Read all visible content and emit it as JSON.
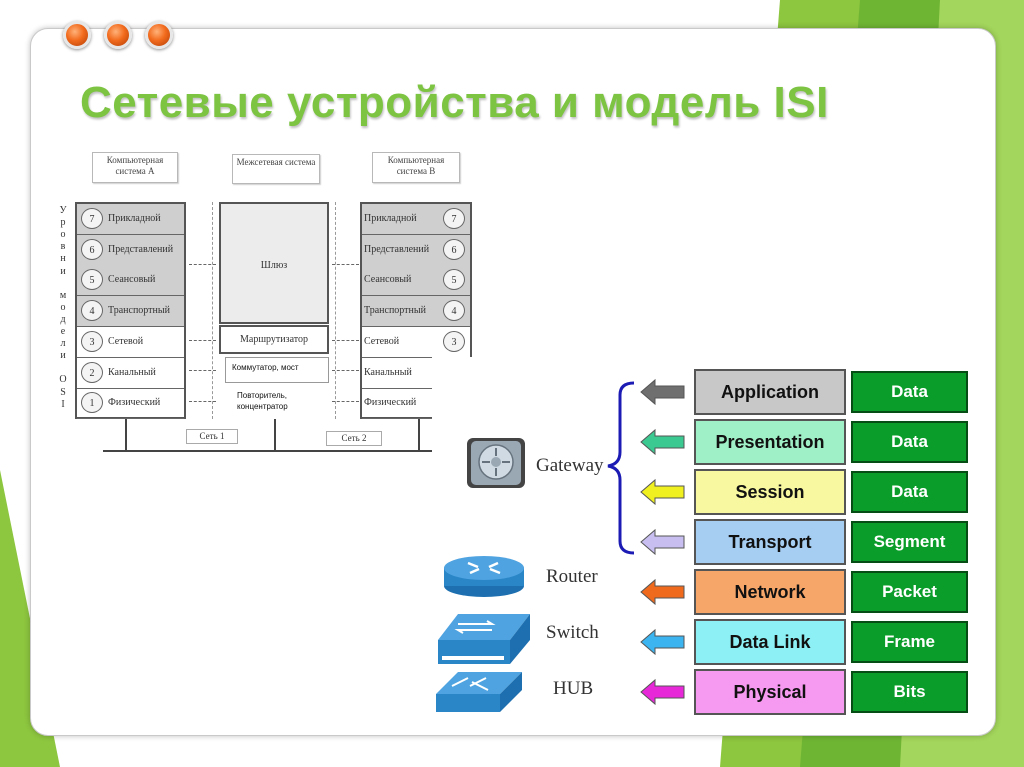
{
  "title": "Сетевые устройства и модель ISI",
  "theme": {
    "accent": "#7cc442",
    "title_color": "#7cc442",
    "dot_color": "#f26b1d"
  },
  "left_diagram": {
    "systems": [
      {
        "label": "Компьютерная система А"
      },
      {
        "label": "Межсетевая система"
      },
      {
        "label": "Компьютерная система В"
      }
    ],
    "side_label": [
      "У",
      "р",
      "о",
      "в",
      "н",
      "и",
      "",
      "м",
      "о",
      "д",
      "е",
      "л",
      "и",
      "",
      "O",
      "S",
      "I"
    ],
    "layers": [
      {
        "num": "7",
        "name": "Прикладной"
      },
      {
        "num": "6",
        "name": "Представлений"
      },
      {
        "num": "5",
        "name": "Сеансовый"
      },
      {
        "num": "4",
        "name": "Транспортный"
      },
      {
        "num": "3",
        "name": "Сетевой"
      },
      {
        "num": "2",
        "name": "Канальный"
      },
      {
        "num": "1",
        "name": "Физический"
      }
    ],
    "gateway": "Шлюз",
    "router": "Маршрутизатор",
    "switch": "Коммутатор, мост",
    "repeater": "Повторитель, концентратор",
    "net1": "Сеть 1",
    "net2": "Сеть 2"
  },
  "right_diagram": {
    "layers": [
      {
        "name": "Application",
        "color": "#c8c8c8",
        "arrow": "#6f6f6f",
        "pdu": "Data"
      },
      {
        "name": "Presentation",
        "color": "#9ff0c7",
        "arrow": "#3cc891",
        "pdu": "Data"
      },
      {
        "name": "Session",
        "color": "#f8f8a0",
        "arrow": "#f0f020",
        "pdu": "Data"
      },
      {
        "name": "Transport",
        "color": "#a6cef2",
        "arrow": "#c8bef0",
        "pdu": "Segment"
      },
      {
        "name": "Network",
        "color": "#f7a66a",
        "arrow": "#f06a1e",
        "pdu": "Packet"
      },
      {
        "name": "Data Link",
        "color": "#8cf0f5",
        "arrow": "#3cb4f0",
        "pdu": "Frame"
      },
      {
        "name": "Physical",
        "color": "#f59af0",
        "arrow": "#e628d8",
        "pdu": "Bits"
      }
    ],
    "devices": {
      "gateway": "Gateway",
      "router": "Router",
      "switch": "Switch",
      "hub": "HUB"
    },
    "icon_color": "#2a86c7"
  }
}
